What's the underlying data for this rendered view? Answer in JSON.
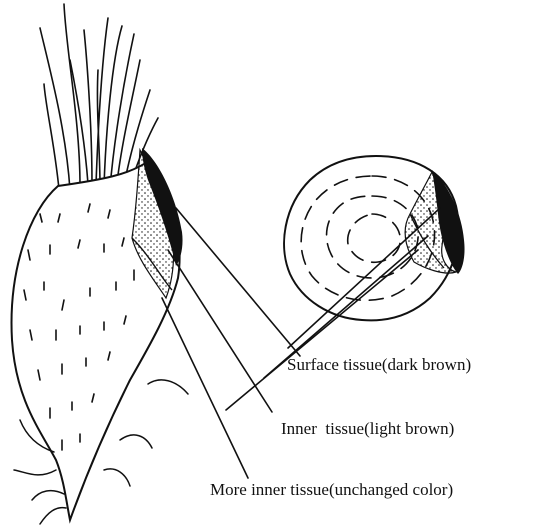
{
  "labels": {
    "surface": "Surface tissue(dark brown)",
    "inner": "Inner  tissue(light brown)",
    "more_inner": "More inner tissue(unchanged color)"
  },
  "colors": {
    "ink": "#111111",
    "background": "#ffffff"
  }
}
